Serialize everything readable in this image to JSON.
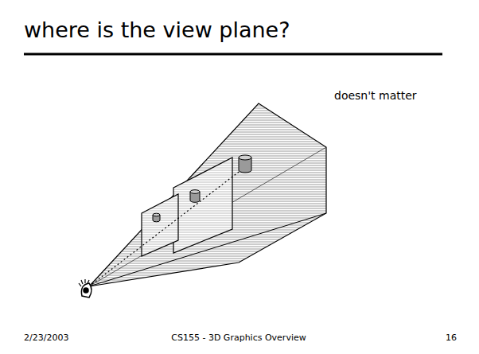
{
  "diagram": {
    "title": "where is the view plane?",
    "labels": [
      "doesn't matter",
      "2/23/2003",
      "CS155 - 3D Graphics Overview",
      "16"
    ]
  }
}
